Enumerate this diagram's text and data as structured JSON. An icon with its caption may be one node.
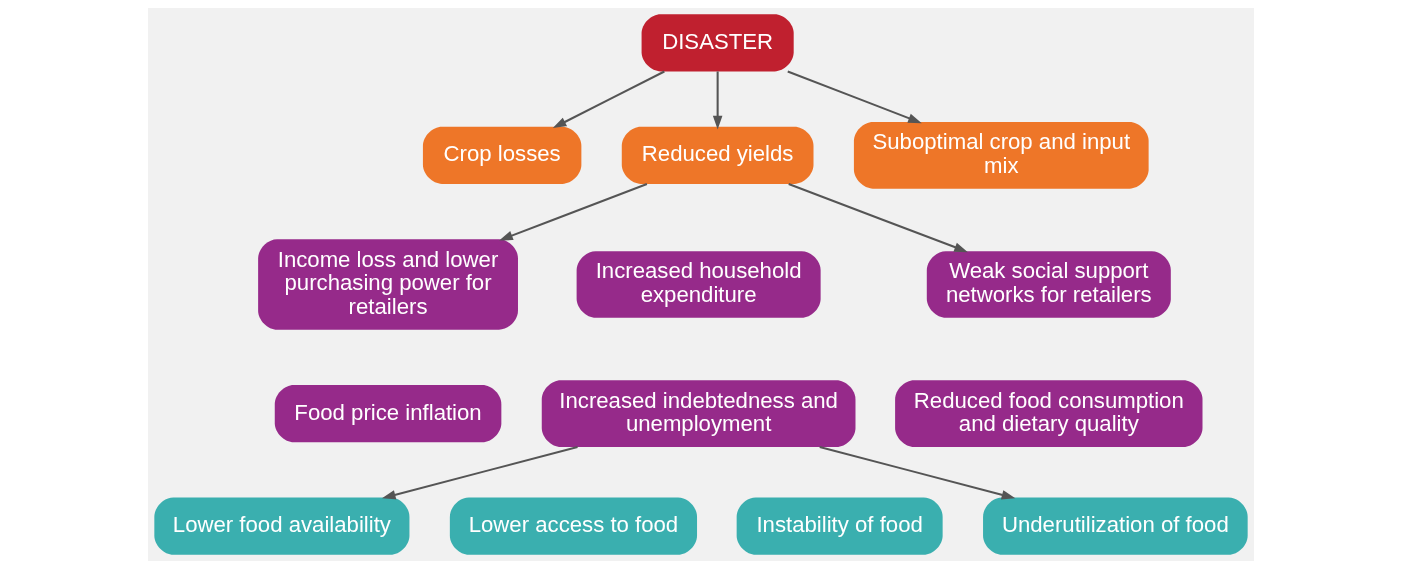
{
  "diagram": {
    "nodes": [
      {
        "text": [
          "DISASTER"
        ]
      },
      {
        "text": [
          "Crop losses"
        ]
      },
      {
        "text": [
          "Reduced yields"
        ]
      },
      {
        "text": [
          "Suboptimal crop and input mix"
        ]
      },
      {
        "text": [
          "Income loss and lower purchasing power for retailers"
        ]
      },
      {
        "text": [
          "Increased household expenditure"
        ]
      },
      {
        "text": [
          "Weak social support networks for retailers"
        ]
      },
      {
        "text": [
          "Food price inflation"
        ]
      },
      {
        "text": [
          "Increased indebtedness and unemployment"
        ]
      },
      {
        "text": [
          "Reduced food consumption and dietary quality"
        ]
      },
      {
        "text": [
          "Lower food availability"
        ]
      },
      {
        "text": [
          "Lower access to food"
        ]
      },
      {
        "text": [
          "Instability of food"
        ]
      },
      {
        "text": [
          "Underutilization of food"
        ]
      }
    ],
    "edges": [
      {
        "from": 0,
        "to": 1,
        "arrow": "to"
      },
      {
        "from": 0,
        "to": 2,
        "arrow": "to"
      },
      {
        "from": 0,
        "to": 3,
        "arrow": "to"
      },
      {
        "from": 2,
        "to": 4,
        "arrow": "to"
      },
      {
        "from": 2,
        "to": 6,
        "arrow": "to"
      },
      {
        "from": 8,
        "to": 10,
        "arrow": "to"
      },
      {
        "from": 8,
        "to": 13,
        "arrow": "to"
      }
    ]
  }
}
